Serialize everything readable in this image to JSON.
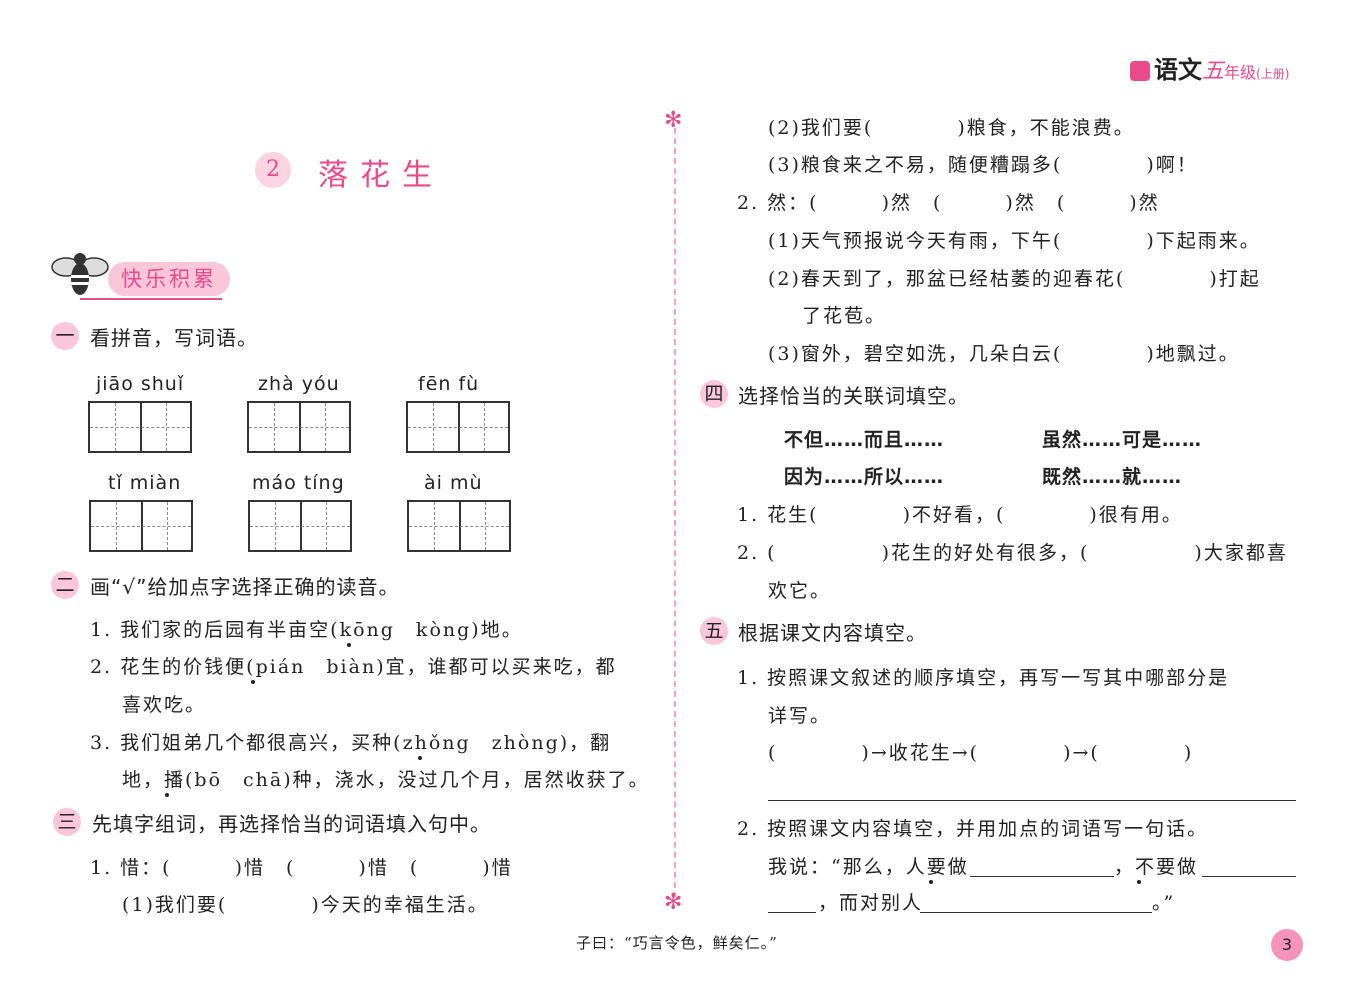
{
  "header": {
    "subject": "语文",
    "grade": "五",
    "grade_suffix": "年级",
    "volume": "(上册)"
  },
  "lesson": {
    "number": "2",
    "title": "落花生"
  },
  "banner": "快乐积累",
  "sections": {
    "s1": {
      "num": "一",
      "title": "看拼音，写词语。",
      "pinyin": [
        "jiāo shuǐ",
        "zhà yóu",
        "fēn fù",
        "tǐ miàn",
        "máo tíng",
        "ài mù"
      ]
    },
    "s2": {
      "num": "二",
      "title": "画“√”给加点字选择正确的读音。",
      "lines": [
        "1. 我们家的后园有半亩空(kōng　kòng)地。",
        "2. 花生的价钱便(pián　biàn)宜，谁都可以买来吃，都",
        "喜欢吃。",
        "3. 我们姐弟几个都很高兴，买种(zhǒng　zhòng)，翻",
        "地，播(bō　chā)种，浇水，没过几个月，居然收获了。"
      ]
    },
    "s3": {
      "num": "三",
      "title": "先填字组词，再选择恰当的词语填入句中。",
      "lines": [
        "1. 惜：(　　　)惜　(　　　)惜　(　　　)惜",
        "(1)我们要(　　　　)今天的幸福生活。",
        "(2)我们要(　　　　)粮食，不能浪费。",
        "(3)粮食来之不易，随便糟蹋多(　　　　)啊！",
        "2. 然：(　　　)然　(　　　)然　(　　　)然",
        "(1)天气预报说今天有雨，下午(　　　　)下起雨来。",
        "(2)春天到了，那盆已经枯萎的迎春花(　　　　)打起",
        "了花苞。",
        "(3)窗外，碧空如洗，几朵白云(　　　　)地飘过。"
      ]
    },
    "s4": {
      "num": "四",
      "title": "选择恰当的关联词填空。",
      "words": [
        "不但……而且……",
        "虽然……可是……",
        "因为……所以……",
        "既然……就……"
      ],
      "lines": [
        "1. 花生(　　　　)不好看，(　　　　)很有用。",
        "2. (　　　　　)花生的好处有很多，(　　　　　)大家都喜",
        "欢它。"
      ]
    },
    "s5": {
      "num": "五",
      "title": "根据课文内容填空。",
      "lines": [
        "1. 按照课文叙述的顺序填空，再写一写其中哪部分是",
        "详写。",
        "(　　　　)→收花生→(　　　　)→(　　　　)",
        "2. 按照课文内容填空，并用加点的词语写一句话。",
        "我说：“那么，人要做",
        "，不要做",
        "，而对别人",
        "。”"
      ]
    }
  },
  "footer": "子曰：“巧言令色，鲜矣仁。”",
  "page_number": "3",
  "colors": {
    "accent": "#e94a8a",
    "accent_light": "#f9c6da"
  }
}
